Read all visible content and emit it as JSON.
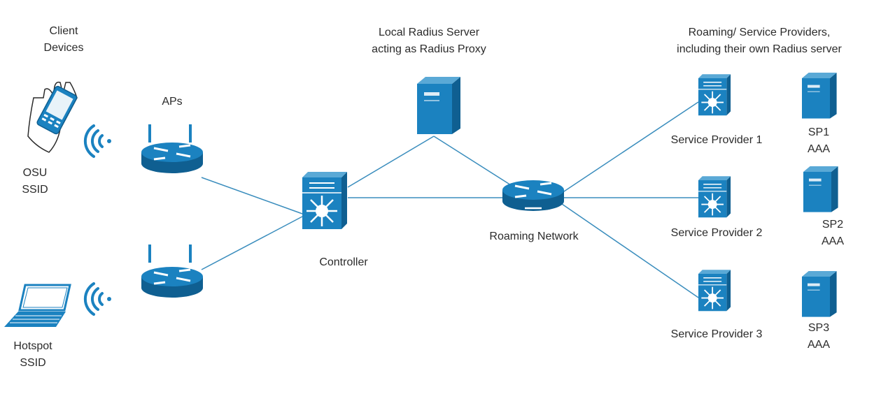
{
  "labels": {
    "client_devices": [
      "Client",
      "Devices"
    ],
    "osu_ssid": [
      "OSU",
      "SSID"
    ],
    "hotspot_ssid": [
      "Hotspot",
      "SSID"
    ],
    "aps": "APs",
    "controller": "Controller",
    "local_radius": [
      "Local Radius Server",
      "acting as Radius Proxy"
    ],
    "roaming_network": "Roaming Network",
    "roaming_providers": [
      "Roaming/ Service Providers,",
      "including their own Radius server"
    ],
    "sp1": "Service Provider 1",
    "sp2": "Service Provider 2",
    "sp3": "Service Provider 3",
    "sp1_aaa": [
      "SP1",
      "AAA"
    ],
    "sp2_aaa": [
      "SP2",
      "AAA"
    ],
    "sp3_aaa": [
      "SP3",
      "AAA"
    ]
  },
  "colors": {
    "device_blue": "#1b82c0",
    "device_dark": "#0f5f91",
    "link_line": "#3a8dbd",
    "text": "#2b2b2b"
  },
  "icons": [
    "smartphone-icon",
    "laptop-icon",
    "wireless-signal-icon",
    "wireless-router-icon",
    "multilayer-switch-icon",
    "server-icon",
    "router-icon"
  ]
}
